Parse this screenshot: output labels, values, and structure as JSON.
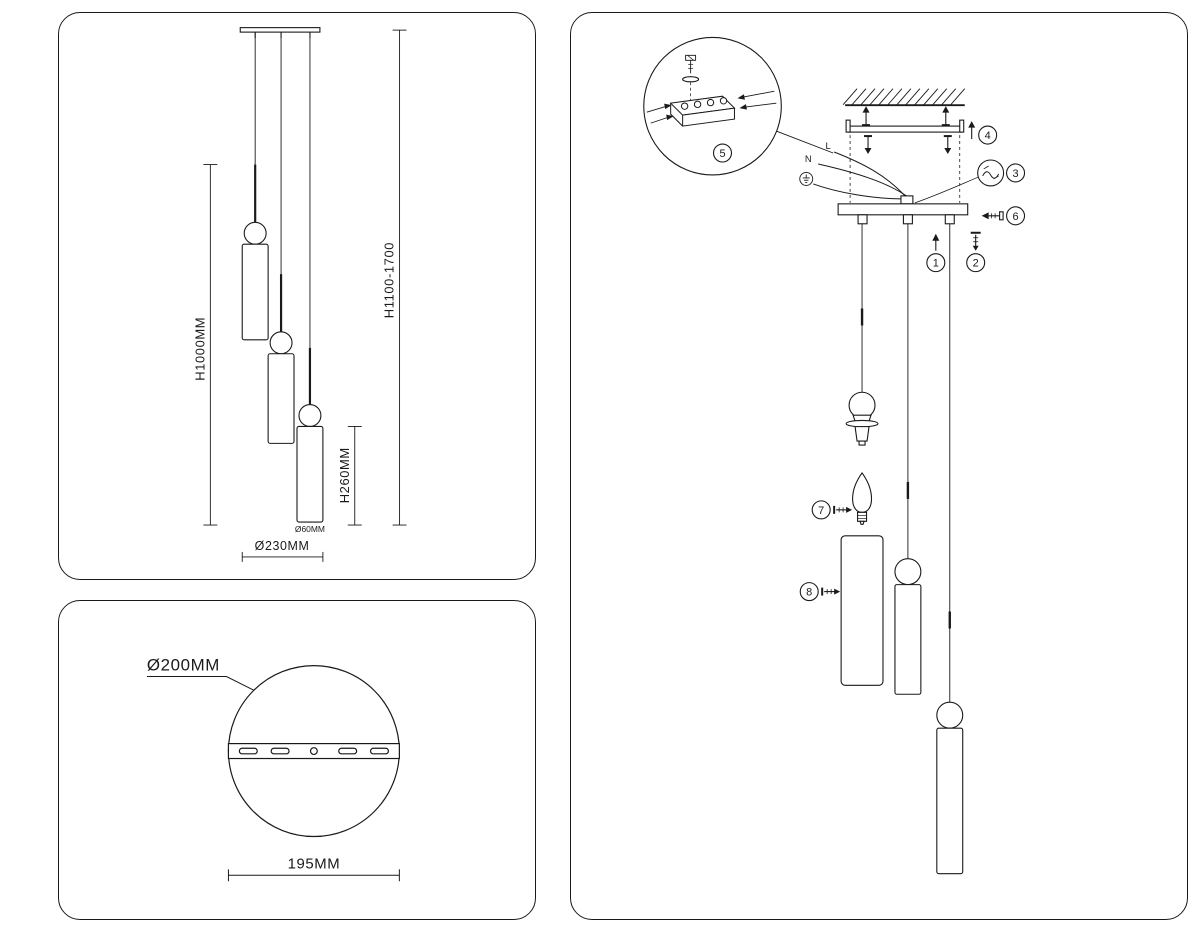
{
  "page": {
    "background": "#ffffff",
    "ink": "#1a1a1a"
  },
  "front_view": {
    "dim_height_fixture": "H1000MM",
    "dim_height_overall": "H1100-1700",
    "dim_height_shade": "H260MM",
    "dim_diameter_shade": "Ø60MM",
    "dim_diameter_canopy": "Ø230MM"
  },
  "top_view": {
    "dim_diameter_plate": "Ø200MM",
    "dim_width_bar": "195MM"
  },
  "assembly_view": {
    "wire_label_n": "N",
    "wire_label_l": "L",
    "callouts": [
      "1",
      "2",
      "3",
      "4",
      "5",
      "6",
      "7",
      "8"
    ]
  }
}
